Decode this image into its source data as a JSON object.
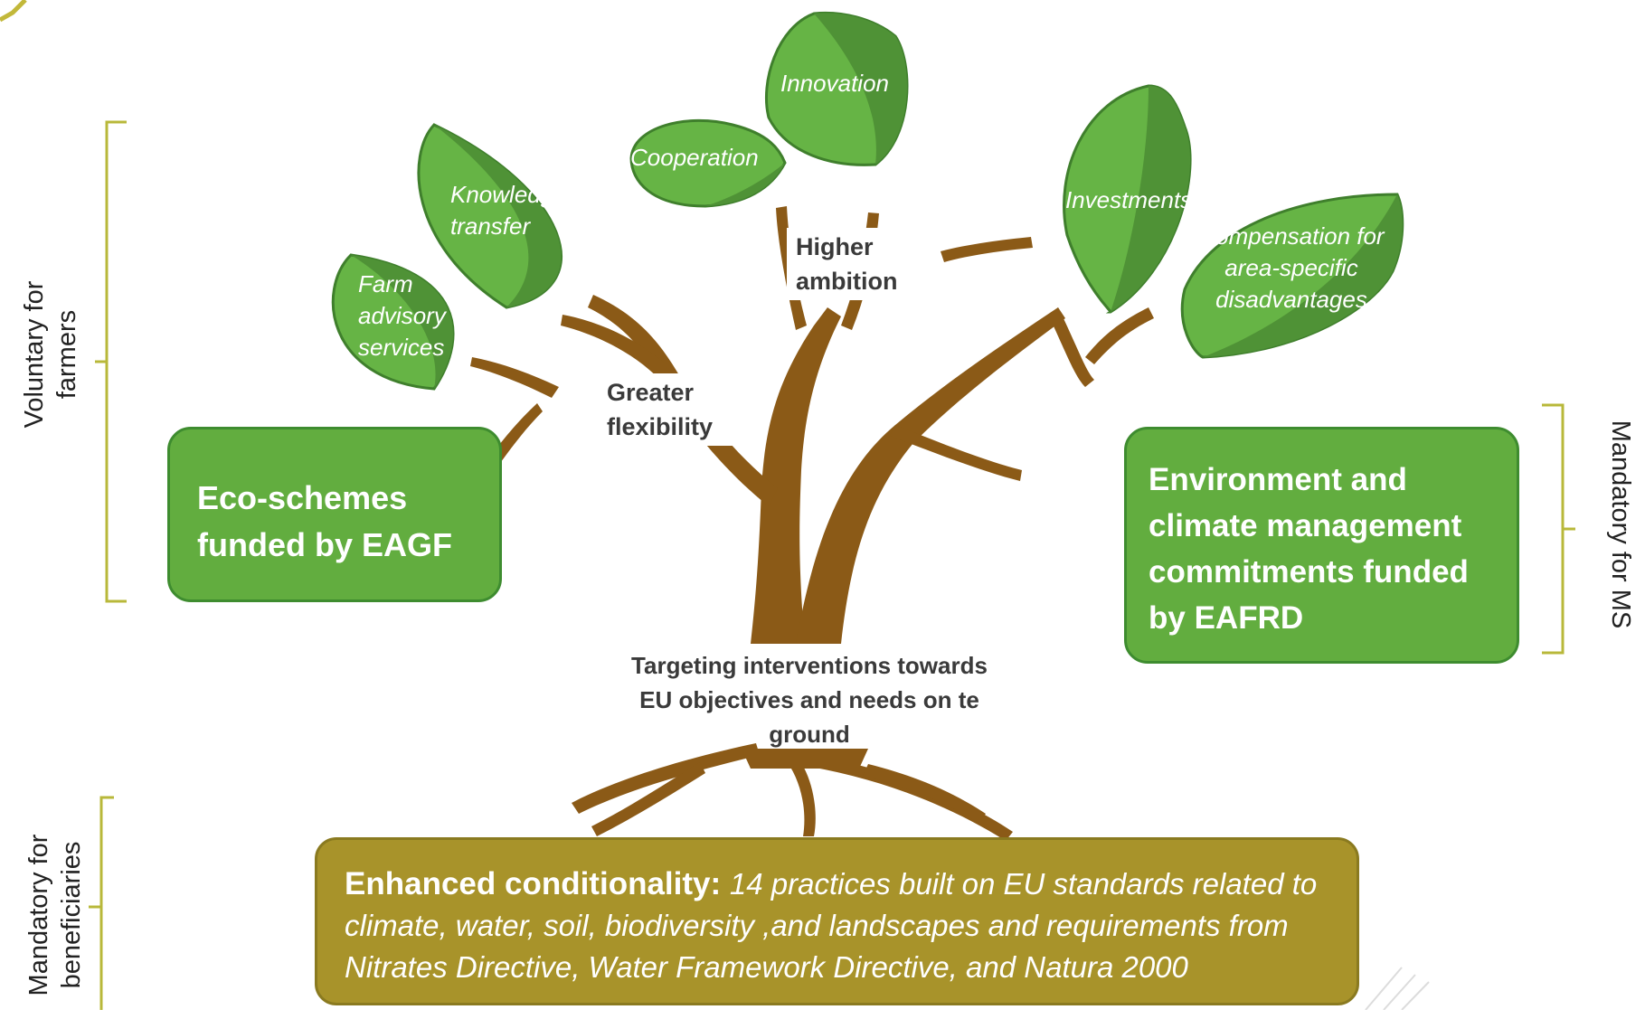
{
  "leaves": {
    "farm_advisory": "Farm advisory services",
    "knowledge_transfer": "Knowledge transfer",
    "cooperation": "Cooperation",
    "innovation": "Innovation",
    "investments": "Investments",
    "compensation": "Compensation for area-specific disadvantages"
  },
  "labels": {
    "greater_flexibility": "Greater flexibility",
    "higher_ambition": "Higher ambition",
    "targeting": "Targeting interventions towards EU objectives and needs on te ground"
  },
  "boxes": {
    "eco_schemes": "Eco-schemes funded by EAGF",
    "environment_climate": "Environment and climate management commitments funded by EAFRD"
  },
  "conditionality": {
    "title": "Enhanced conditionality:",
    "text": "14 practices built on EU standards related to climate, water, soil, biodiversity ,and landscapes and requirements from Nitrates Directive, Water Framework Directive,  and Natura 2000"
  },
  "side_labels": {
    "voluntary": "Voluntary for farmers",
    "mandatory_ms": "Mandatory for MS",
    "mandatory_beneficiaries": "Mandatory for beneficiaries"
  },
  "colors": {
    "leaf_light": "#66b445",
    "leaf_dark": "#4a8a33",
    "trunk": "#8b5a17",
    "box_green": "#62ad3f",
    "box_gold": "#a8932a",
    "bracket": "#b8b83a"
  }
}
